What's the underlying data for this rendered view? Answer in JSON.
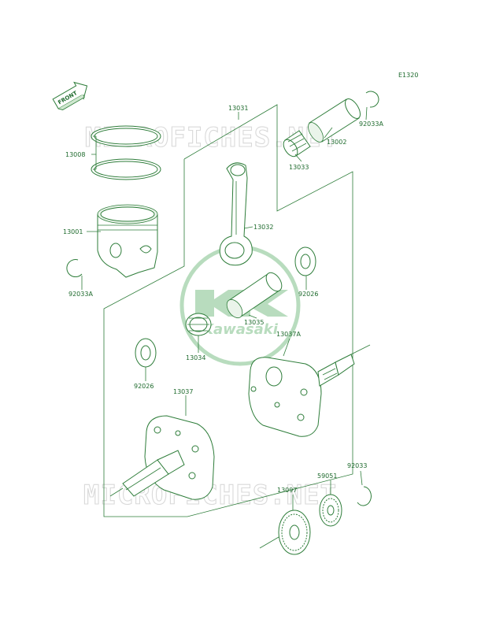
{
  "diagram_code": "E1320",
  "front_marker": "FRONT",
  "watermark_text": "MICROFICHES.NET",
  "logo_text": "Kawasaki",
  "parts": {
    "p13031": "13031",
    "p13008": "13008",
    "p13002": "13002",
    "p92033A_top": "92033A",
    "p13033": "13033",
    "p13001": "13001",
    "p13032": "13032",
    "p92033A_left": "92033A",
    "p92026_right": "92026",
    "p13035": "13035",
    "p13037A": "13037A",
    "p13034": "13034",
    "p92026_left": "92026",
    "p13037": "13037",
    "p92033": "92033",
    "p59051": "59051",
    "p13097": "13097"
  },
  "colors": {
    "line": "#2e7d3a",
    "text": "#1f6b2e",
    "watermark": "#d9d9d9",
    "logo": "#7fc08a"
  }
}
